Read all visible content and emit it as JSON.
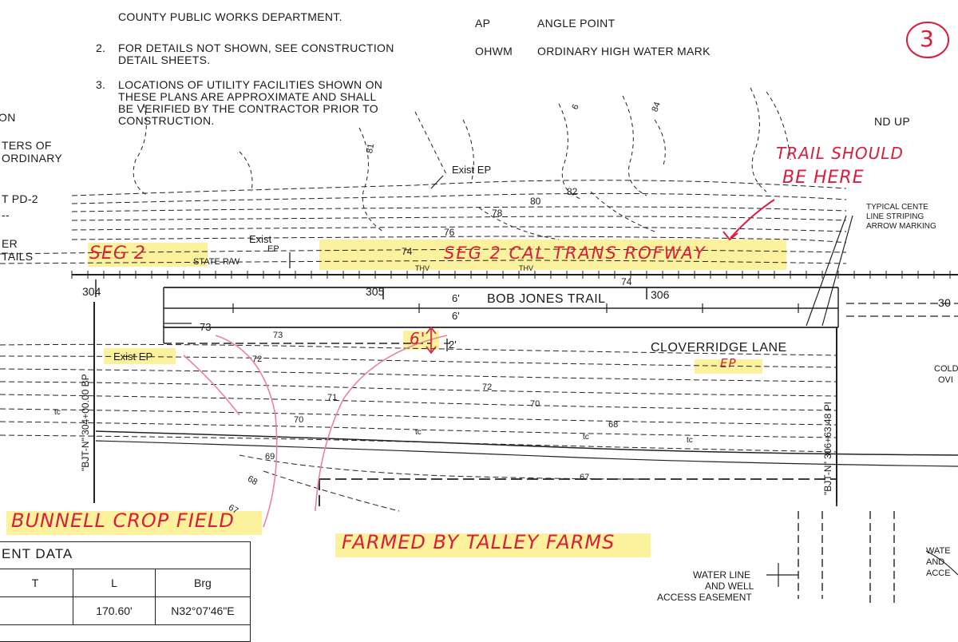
{
  "notes": {
    "note1_cut": "COUNTY PUBLIC WORKS DEPARTMENT.",
    "note2_num": "2.",
    "note2_line1": "FOR DETAILS NOT SHOWN, SEE CONSTRUCTION",
    "note2_line2": "DETAIL SHEETS.",
    "note3_num": "3.",
    "note3_line1": "LOCATIONS OF UTILITY FACILITIES SHOWN ON",
    "note3_line2": "THESE PLANS ARE APPROXIMATE AND SHALL",
    "note3_line3": "BE VERIFIED BY THE CONTRACTOR PRIOR TO",
    "note3_line4": "CONSTRUCTION."
  },
  "abbreviations": [
    {
      "code": "AP",
      "meaning": "ANGLE POINT"
    },
    {
      "code": "OHWM",
      "meaning": "ORDINARY HIGH WATER MARK"
    }
  ],
  "left_margin": {
    "l1": "ON",
    "l2": "TERS OF",
    "l3": "ORDINARY",
    "l4": "T PD-2",
    "l5": "--",
    "l6": "ER",
    "l7": "TAILS"
  },
  "right_margin": {
    "nd": "ND UP",
    "typ1": "TYPICAL CENTE",
    "typ2": "LINE STRIPING",
    "typ3": "ARROW MARKING",
    "cold": "COLD",
    "ovi": "OVI",
    "wat1": "WATE",
    "wat2": "AND",
    "wat3": "ACCE",
    "sta30": "30"
  },
  "plan_labels": {
    "exist_ep_top": "Exist EP",
    "exist_ep_mid_1": "Exist",
    "exist_ep_mid_2": "EP",
    "state_rw": "STATE R/W",
    "exist_ep_left": "Exist EP",
    "trail": "BOB JONES TRAIL",
    "road": "CLOVERRIDGE LANE",
    "dim_6a": "6'",
    "dim_6b": "6'",
    "dim_2": "2'",
    "sta_304": "304",
    "sta_305": "305",
    "sta_306": "306",
    "bp_station": "\"BJT-N\" 304+00.00 BP",
    "pi_station": "\"BJT-N\" 306+63.48 PI",
    "water_1": "WATER LINE",
    "water_2": "AND WELL",
    "water_3": "ACCESS EASEMENT",
    "tc": "tc",
    "thv": "THV"
  },
  "contours": [
    "81",
    "80",
    "82",
    "78",
    "76",
    "74",
    "74",
    "73",
    "73",
    "72",
    "72",
    "71",
    "70",
    "70",
    "69",
    "68",
    "68",
    "67",
    "67",
    "84",
    "6"
  ],
  "alignment_table": {
    "title": "ENT DATA",
    "headers": [
      "T",
      "L",
      "Brg"
    ],
    "row": [
      "",
      "170.60'",
      "N32°07'46\"E"
    ]
  },
  "annotations": {
    "sheet_num": "3",
    "trail_should_1": "TRAIL SHOULD",
    "trail_should_2": "BE HERE",
    "seg2_left": "SEG 2",
    "seg2_caltrans": "SEG 2 CAL TRANS ROFWAY",
    "six_ft": "6'",
    "ep": "EP",
    "bunnell": "BUNNELL CROP FIELD",
    "talley": "FARMED BY TALLEY FARMS"
  },
  "colors": {
    "ink": "#1a1a1a",
    "red_pen": "#d81e3c",
    "pink_pen": "#e8849a",
    "highlighter": "#fbf08d"
  }
}
